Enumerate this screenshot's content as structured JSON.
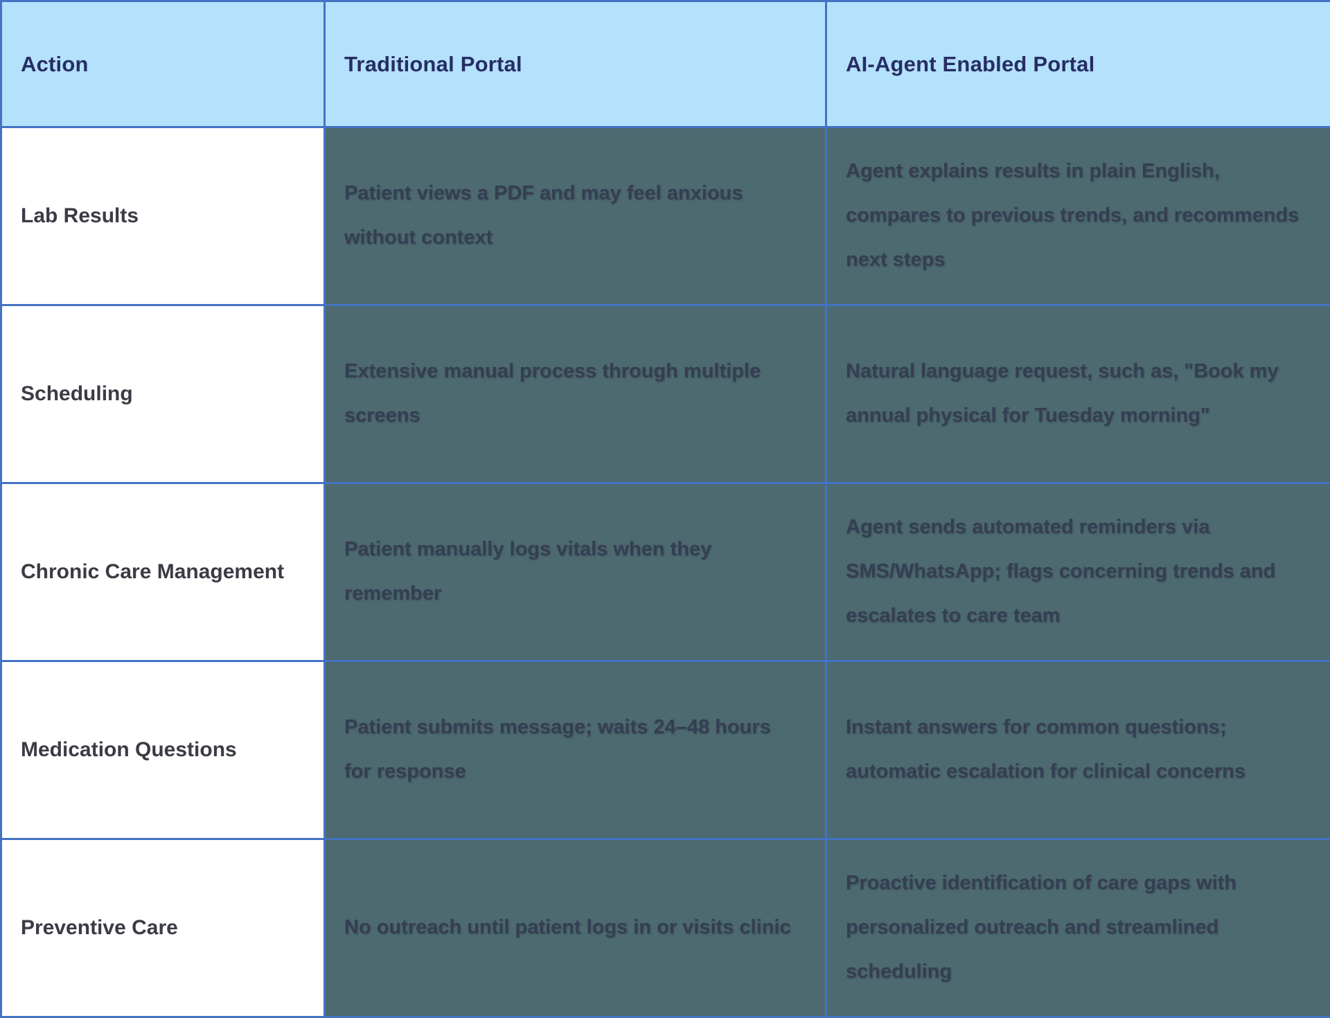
{
  "table": {
    "columns": [
      {
        "label": "Action"
      },
      {
        "label": "Traditional Portal"
      },
      {
        "label": "AI-Agent Enabled Portal"
      }
    ],
    "rows": [
      {
        "action": "Lab Results",
        "traditional": "Patient views a PDF and may feel anxious without context",
        "ai_agent": "Agent explains results in plain English, compares to previous trends, and recommends next steps"
      },
      {
        "action": "Scheduling",
        "traditional": "Extensive manual process through multiple screens",
        "ai_agent": "Natural language request, such as, \"Book my annual physical for Tuesday morning\""
      },
      {
        "action": "Chronic Care Management",
        "traditional": "Patient manually logs vitals when they remember",
        "ai_agent": "Agent sends automated reminders via SMS/WhatsApp; flags concerning trends and escalates to care team"
      },
      {
        "action": "Medication Questions",
        "traditional": "Patient submits message; waits 24–48 hours for response",
        "ai_agent": "Instant answers for common questions; automatic escalation for clinical concerns"
      },
      {
        "action": "Preventive Care",
        "traditional": "No outreach until patient logs in or visits clinic",
        "ai_agent": "Proactive identification of care gaps with personalized outreach and streamlined scheduling"
      }
    ]
  },
  "colors": {
    "header_bg": "#b4e1fb",
    "header_text": "#262d64",
    "border": "#4472c4",
    "action_bg": "#ffffff",
    "action_text": "#3b3b45",
    "portal_bg": "#4d6a70",
    "portal_text": "#353e53"
  }
}
